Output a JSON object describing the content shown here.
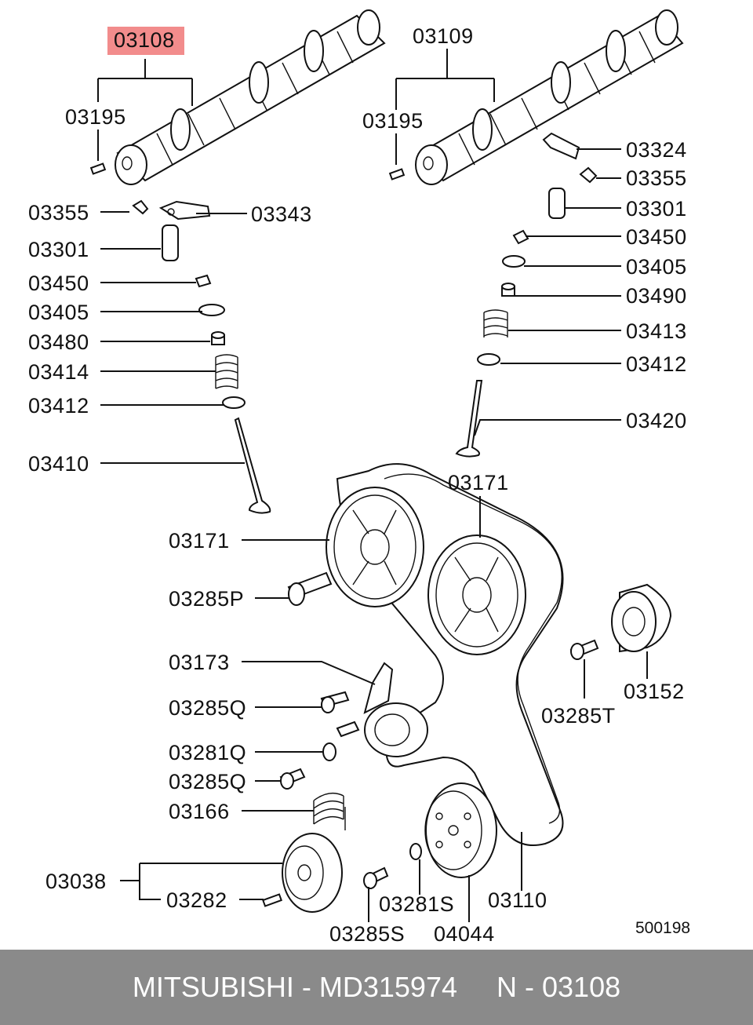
{
  "highlight_color": "#f28c8c",
  "footer_color": "#8a8a8a",
  "labels": {
    "p03108": "03108",
    "p03109": "03109",
    "p03195_l": "03195",
    "p03195_r": "03195",
    "p03355_l": "03355",
    "p03343": "03343",
    "p03301_l": "03301",
    "p03450_l": "03450",
    "p03405_l": "03405",
    "p03480": "03480",
    "p03414": "03414",
    "p03412_l": "03412",
    "p03410": "03410",
    "p03324": "03324",
    "p03355_r": "03355",
    "p03301_r": "03301",
    "p03450_r": "03450",
    "p03405_r": "03405",
    "p03490": "03490",
    "p03413": "03413",
    "p03412_r": "03412",
    "p03420": "03420",
    "p03171_r": "03171",
    "p03171_l": "03171",
    "p03285P": "03285P",
    "p03173": "03173",
    "p03285Q_a": "03285Q",
    "p03281Q": "03281Q",
    "p03285Q_b": "03285Q",
    "p03166": "03166",
    "p03152": "03152",
    "p03285T": "03285T",
    "p03038": "03038",
    "p03282": "03282",
    "p03281S": "03281S",
    "p03110": "03110",
    "p03285S": "03285S",
    "p04044": "04044"
  },
  "drawing_number": "500198",
  "footer": {
    "brand": "MITSUBISHI",
    "separator1": " - ",
    "part_number": "MD315974",
    "gap": "     ",
    "ref_prefix": "N",
    "separator2": " - ",
    "ref_number": "03108"
  }
}
